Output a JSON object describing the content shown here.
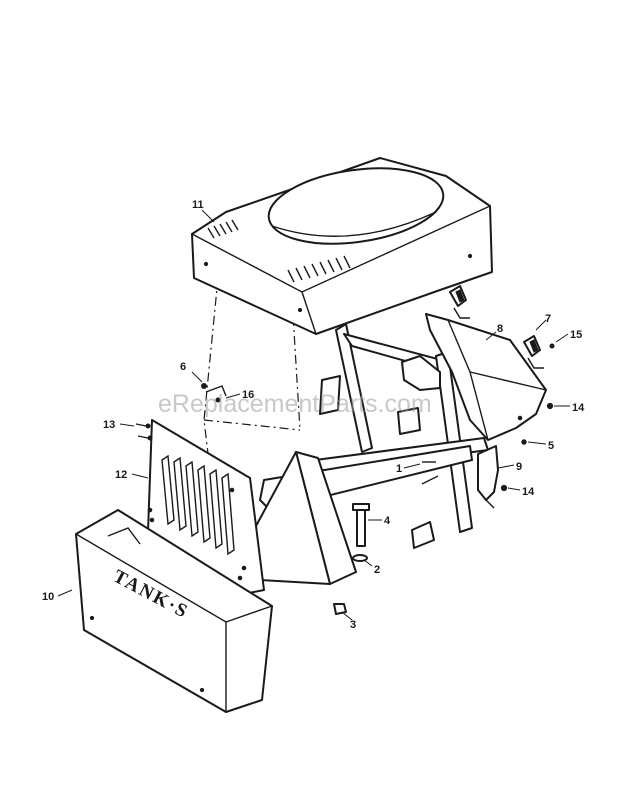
{
  "diagram": {
    "callouts": [
      {
        "id": "11",
        "label": "11"
      },
      {
        "id": "8",
        "label": "8"
      },
      {
        "id": "7",
        "label": "7"
      },
      {
        "id": "15",
        "label": "15"
      },
      {
        "id": "6",
        "label": "6"
      },
      {
        "id": "16",
        "label": "16"
      },
      {
        "id": "13",
        "label": "13"
      },
      {
        "id": "14a",
        "label": "14"
      },
      {
        "id": "12",
        "label": "12"
      },
      {
        "id": "5",
        "label": "5"
      },
      {
        "id": "1",
        "label": "1"
      },
      {
        "id": "9",
        "label": "9"
      },
      {
        "id": "14b",
        "label": "14"
      },
      {
        "id": "4",
        "label": "4"
      },
      {
        "id": "10",
        "label": "10"
      },
      {
        "id": "2",
        "label": "2"
      },
      {
        "id": "3",
        "label": "3"
      }
    ],
    "grille_brand": "TANK·S",
    "watermark": "eReplacementParts.com"
  }
}
